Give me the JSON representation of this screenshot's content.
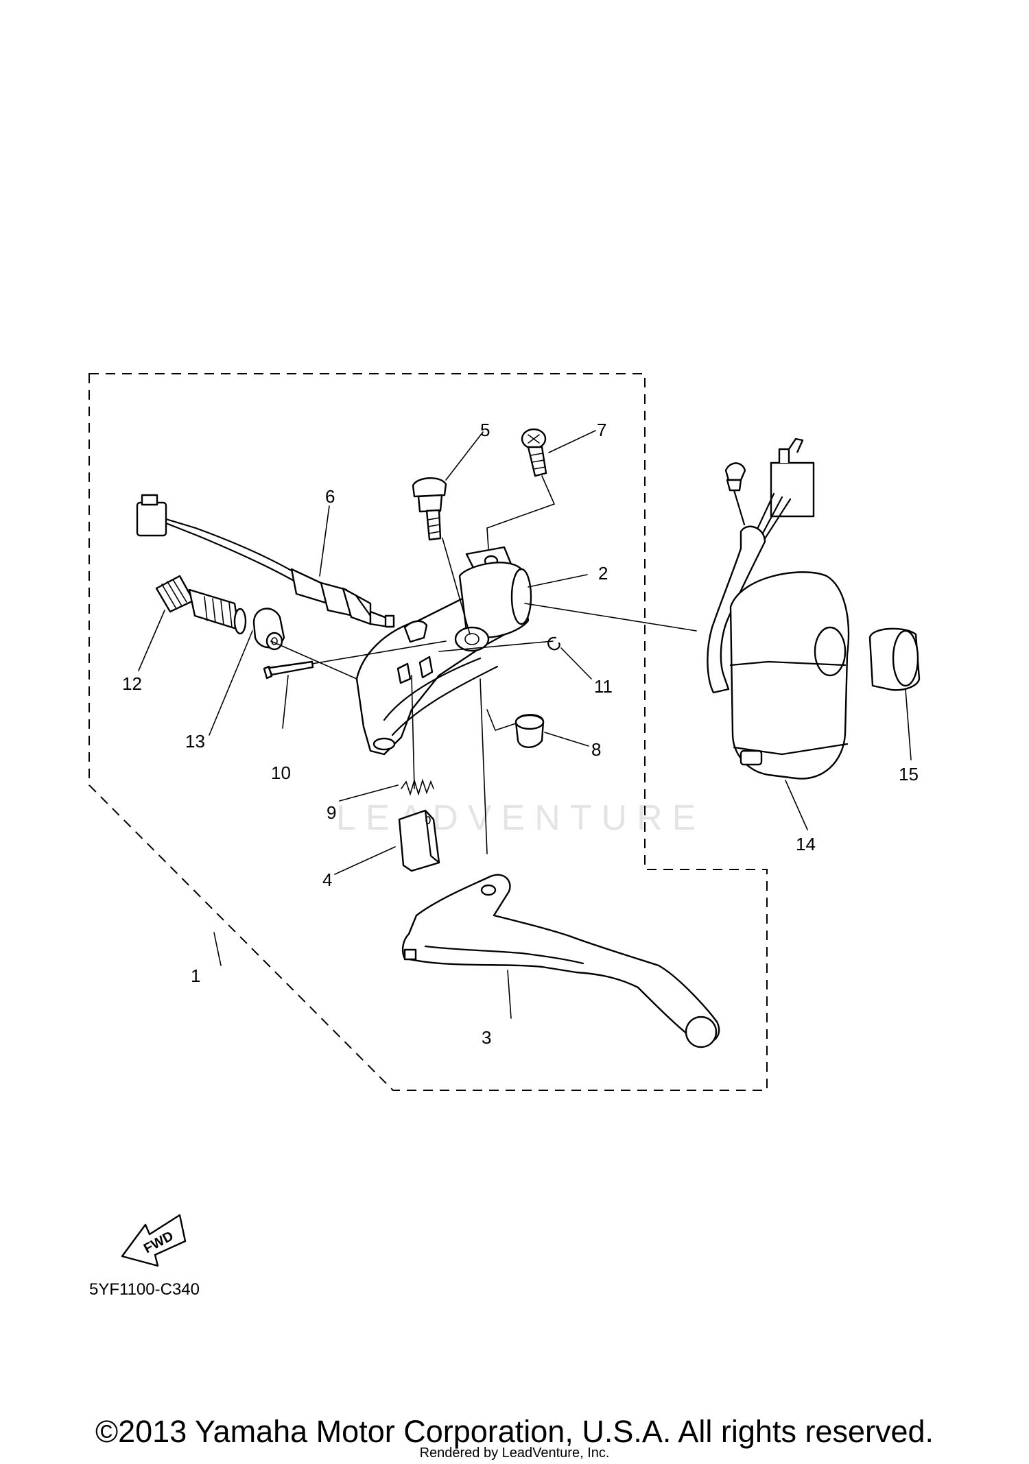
{
  "diagram": {
    "callouts": [
      "1",
      "2",
      "3",
      "4",
      "5",
      "6",
      "7",
      "8",
      "9",
      "10",
      "11",
      "12",
      "13",
      "14",
      "15"
    ],
    "fwd_label": "FWD",
    "diagram_code": "5YF1100-C340",
    "watermark": "LEADVENTURE"
  },
  "footer": {
    "copyright": "©2013 Yamaha Motor Corporation, U.S.A. All rights reserved.",
    "rendered_by": "Rendered by LeadVenture, Inc."
  }
}
